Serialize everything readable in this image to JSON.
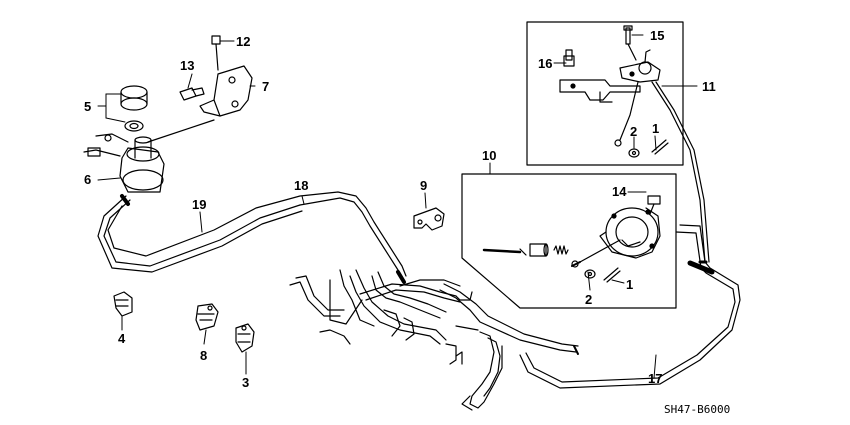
{
  "diagram": {
    "callouts": {
      "p1a": "1",
      "p1b": "1",
      "p2a": "2",
      "p2b": "2",
      "p3": "3",
      "p4": "4",
      "p5": "5",
      "p6": "6",
      "p7": "7",
      "p8": "8",
      "p9": "9",
      "p10": "10",
      "p11": "11",
      "p12": "12",
      "p13": "13",
      "p14": "14",
      "p15": "15",
      "p16": "16",
      "p17": "17",
      "p18": "18",
      "p19": "19"
    },
    "diagram_code": "SH47-B6000"
  },
  "colors": {
    "ink": "#000000",
    "background": "#ffffff"
  }
}
